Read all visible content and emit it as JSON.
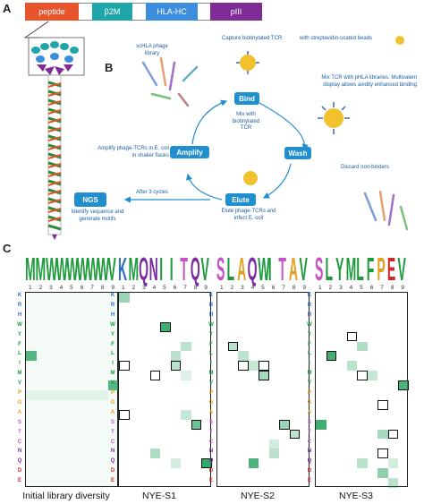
{
  "panels": {
    "a": "A",
    "b": "B",
    "c": "C"
  },
  "construct": [
    {
      "label": "peptide",
      "color": "#e8542c"
    },
    {
      "label": "β2M",
      "color": "#1fa6a8"
    },
    {
      "label": "HLA-HC",
      "color": "#3c8ddb"
    },
    {
      "label": "pIII",
      "color": "#7f2c97"
    }
  ],
  "diagram": {
    "library_label": "scHLA phage library",
    "capture_label": "Capture biotinylated TCR",
    "beads_label": "with streptavidin-coated beads",
    "mix_label": "Mix TCR with pHLA libraries. Multivalent display allows avidity enhanced binding",
    "steps": {
      "bind": "Bind",
      "wash": "Wash",
      "elute": "Elute",
      "amplify": "Amplify",
      "ngs": "NGS"
    },
    "bind_caption": "Mix with biotinylated TCR",
    "discard_label": "Discard non-binders",
    "elute_caption": "Elute phage-TCRs and infect E. coli",
    "amplify_caption": "Amplify phage-TCRs in E. coli in shaker flasks",
    "cycles_label": "After 3 cycles",
    "ngs_caption": "Identify sequence and generate motifs"
  },
  "amino_acids": [
    "K",
    "R",
    "H",
    "W",
    "Y",
    "F",
    "L",
    "I",
    "M",
    "V",
    "P",
    "G",
    "A",
    "S",
    "T",
    "C",
    "N",
    "Q",
    "D",
    "E"
  ],
  "aa_colors": [
    "#2a6fc7",
    "#2a6fc7",
    "#2a6fc7",
    "#1c9a3c",
    "#1c9a3c",
    "#1c9a3c",
    "#1c9a3c",
    "#1c9a3c",
    "#1c9a3c",
    "#1c9a3c",
    "#e2a020",
    "#e2a020",
    "#e2a020",
    "#c552c4",
    "#c552c4",
    "#c552c4",
    "#7a2ca0",
    "#7a2ca0",
    "#d02828",
    "#d02828"
  ],
  "positions": [
    "1",
    "2",
    "3",
    "4",
    "5",
    "6",
    "7",
    "8",
    "9"
  ],
  "heatmaps": [
    {
      "label": "Initial library diversity",
      "logo": [
        "M",
        "M",
        "W",
        "W",
        "W",
        "W",
        "W",
        "W",
        "V"
      ],
      "cells": [
        [
          6,
          0,
          0.75
        ],
        [
          9,
          8,
          0.75
        ],
        [
          10,
          0,
          0.08
        ],
        [
          10,
          1,
          0.08
        ],
        [
          10,
          2,
          0.08
        ],
        [
          10,
          3,
          0.08
        ],
        [
          10,
          4,
          0.08
        ],
        [
          10,
          5,
          0.08
        ],
        [
          10,
          6,
          0.08
        ],
        [
          10,
          7,
          0.08
        ]
      ],
      "boxes": []
    },
    {
      "label": "NYE-S1",
      "logo": [
        "K",
        "M",
        "Q",
        "N",
        "I",
        "I",
        "T",
        "Q",
        "V"
      ],
      "cells": [
        [
          0,
          0,
          0.45
        ],
        [
          3,
          4,
          0.85
        ],
        [
          5,
          6,
          0.3
        ],
        [
          6,
          5,
          0.3
        ],
        [
          7,
          5,
          0.3
        ],
        [
          8,
          6,
          0.15
        ],
        [
          12,
          6,
          0.25
        ],
        [
          13,
          7,
          0.65
        ],
        [
          16,
          3,
          0.35
        ],
        [
          17,
          8,
          0.9
        ],
        [
          17,
          5,
          0.2
        ]
      ],
      "boxes": [
        [
          3,
          4
        ],
        [
          7,
          0
        ],
        [
          7,
          5
        ],
        [
          8,
          3
        ],
        [
          12,
          0
        ],
        [
          13,
          7
        ],
        [
          17,
          8
        ]
      ]
    },
    {
      "label": "NYE-S2",
      "logo": [
        "S",
        "L",
        "A",
        "Q",
        "W",
        "I",
        "T",
        "A",
        "V"
      ],
      "cells": [
        [
          5,
          1,
          0.3
        ],
        [
          6,
          2,
          0.3
        ],
        [
          7,
          3,
          0.25
        ],
        [
          8,
          4,
          0.4
        ],
        [
          13,
          6,
          0.45
        ],
        [
          14,
          7,
          0.3
        ],
        [
          15,
          5,
          0.2
        ],
        [
          17,
          3,
          0.8
        ],
        [
          16,
          5,
          0.3
        ]
      ],
      "boxes": [
        [
          5,
          1
        ],
        [
          7,
          2
        ],
        [
          7,
          4
        ],
        [
          8,
          4
        ],
        [
          13,
          6
        ],
        [
          14,
          7
        ]
      ]
    },
    {
      "label": "NYE-S3",
      "logo": [
        "S",
        "L",
        "Y",
        "M",
        "L",
        "F",
        "P",
        "E",
        "V"
      ],
      "cells": [
        [
          6,
          1,
          0.85
        ],
        [
          5,
          4,
          0.35
        ],
        [
          7,
          3,
          0.3
        ],
        [
          8,
          5,
          0.25
        ],
        [
          9,
          8,
          0.8
        ],
        [
          13,
          0,
          0.85
        ],
        [
          14,
          6,
          0.4
        ],
        [
          17,
          4,
          0.3
        ],
        [
          17,
          7,
          0.2
        ],
        [
          18,
          6,
          0.5
        ],
        [
          19,
          7,
          0.3
        ]
      ],
      "boxes": [
        [
          4,
          3
        ],
        [
          6,
          1
        ],
        [
          8,
          4
        ],
        [
          9,
          8
        ],
        [
          11,
          6
        ],
        [
          14,
          7
        ],
        [
          16,
          6
        ]
      ]
    }
  ]
}
